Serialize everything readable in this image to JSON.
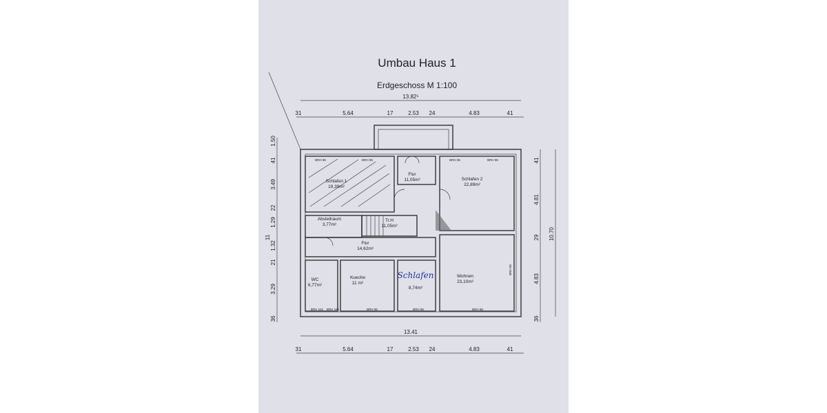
{
  "title": "Umbau Haus 1",
  "subtitle": "Erdgeschoss M 1:100",
  "dimensions": {
    "top_total": "13.82⁵",
    "top_row": [
      "31",
      "5.64",
      "17",
      "2.53",
      "24",
      "4.83",
      "41"
    ],
    "bottom_total": "13.41",
    "bottom_row": [
      "31",
      "5.64",
      "17",
      "2.53",
      "24",
      "4.83",
      "41"
    ],
    "left_col": [
      "1.50",
      "41",
      "3.49",
      "22",
      "1.29",
      "11",
      "1.32",
      "21",
      "3.29",
      "36"
    ],
    "right_col": [
      "41",
      "4.81",
      "29",
      "4.83",
      "36"
    ],
    "right_total": "10.70"
  },
  "rooms": [
    {
      "name": "Schlafen 1",
      "area": "19,39m²"
    },
    {
      "name": "Flur",
      "area": "11,05m²"
    },
    {
      "name": "Schlafen 2",
      "area": "22,89m²"
    },
    {
      "name": "Abstellraum",
      "area": "3,77m²"
    },
    {
      "name": "Tr.H",
      "area": "11,05m²"
    },
    {
      "name": "Flur",
      "area": "14,62m²"
    },
    {
      "name": "WC",
      "area": "6,77m²"
    },
    {
      "name": "Kueche",
      "area": "11 m²"
    },
    {
      "name": "Schlafen",
      "area": "8,74m²"
    },
    {
      "name": "Wohnen",
      "area": "23,10m²"
    }
  ],
  "window_labels": [
    "BRH 96",
    "BRH 96",
    "BRH 96",
    "BRH 96",
    "BRH 161",
    "BRH 161",
    "BRH 96",
    "BRH 96",
    "BRH 96",
    "BRH 96"
  ],
  "colors": {
    "paper": "#dfe0e8",
    "ink": "#333333",
    "handwriting": "#23349a"
  }
}
